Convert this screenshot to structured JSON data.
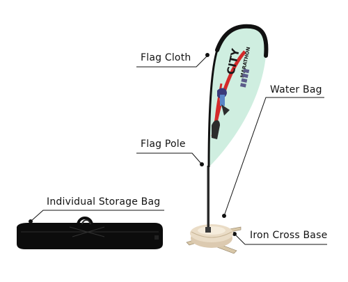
{
  "labels": {
    "flag_cloth": "Flag Cloth",
    "water_bag": "Water Bag",
    "flag_pole": "Flag Pole",
    "storage_bag": "Individual Storage Bag",
    "iron_cross_base": "Iron Cross Base"
  },
  "flag_print": {
    "city": "CITY",
    "marathon": "MARATHON"
  },
  "colors": {
    "background": "#ffffff",
    "flag_fill": "#cfeee0",
    "flag_border": "#111111",
    "swoosh": "#d42a2a",
    "text": "#111111",
    "base": "#e6d7c0",
    "bag": "#0c0c0c"
  }
}
